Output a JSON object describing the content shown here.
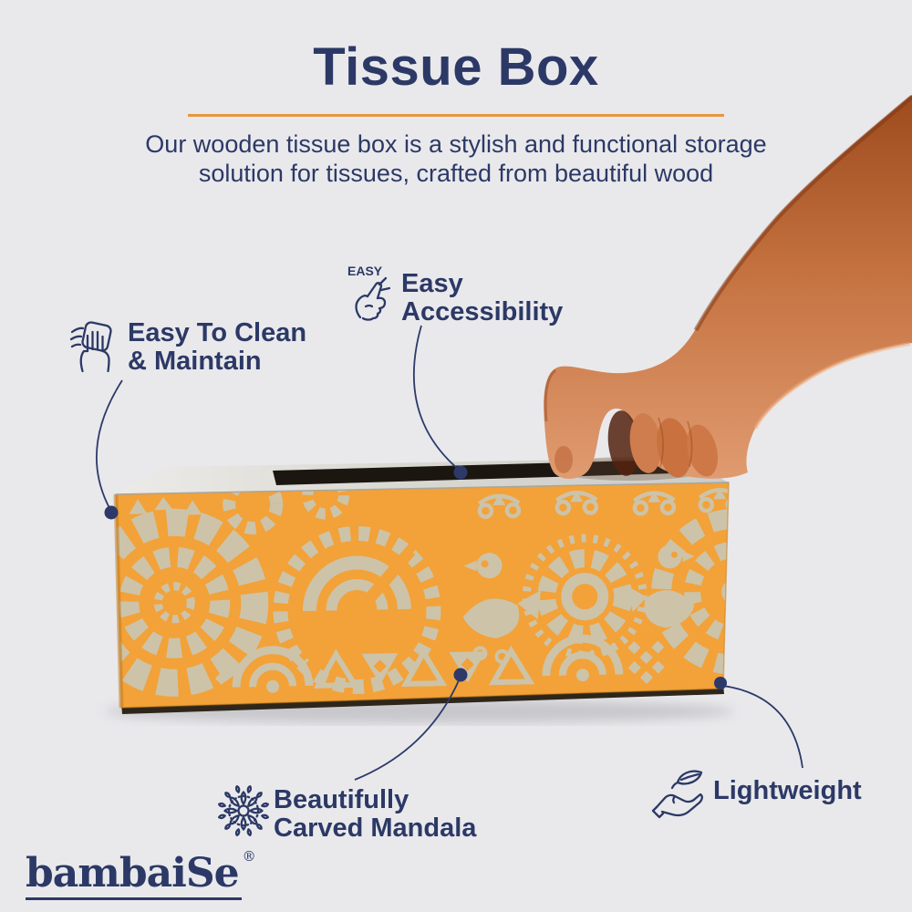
{
  "header": {
    "title": "Tissue Box",
    "subtitle_line1": "Our wooden tissue box is a stylish and functional storage",
    "subtitle_line2": "solution for tissues, crafted from beautiful wood"
  },
  "features": [
    {
      "id": "easy-to-clean",
      "icon": "hand-wipe-icon",
      "line1": "Easy To Clean",
      "line2": "& Maintain"
    },
    {
      "id": "easy-accessibility",
      "icon": "tap-finger-icon",
      "icon_text": "EASY",
      "line1": "Easy",
      "line2": "Accessibility"
    },
    {
      "id": "carved-mandala",
      "icon": "mandala-icon",
      "line1": "Beautifully",
      "line2": "Carved Mandala"
    },
    {
      "id": "lightweight",
      "icon": "leaf-hand-icon",
      "line1": "Lightweight",
      "line2": ""
    }
  ],
  "brand": {
    "logo_text": "bambaiSe",
    "registered_mark": "®"
  },
  "product": {
    "subject": "carved wooden tissue box with hand reaching into slot"
  },
  "colors": {
    "background": "#e9e9ec",
    "navy_text": "#2c3966",
    "accent_underline": "#e8963c",
    "box_orange": "#f2a238",
    "box_cutout_beige": "#cdc3a9",
    "box_top_gray": "#d8d7d2",
    "slot_dark": "#1c1610",
    "skin_tone": "#c4713f"
  }
}
